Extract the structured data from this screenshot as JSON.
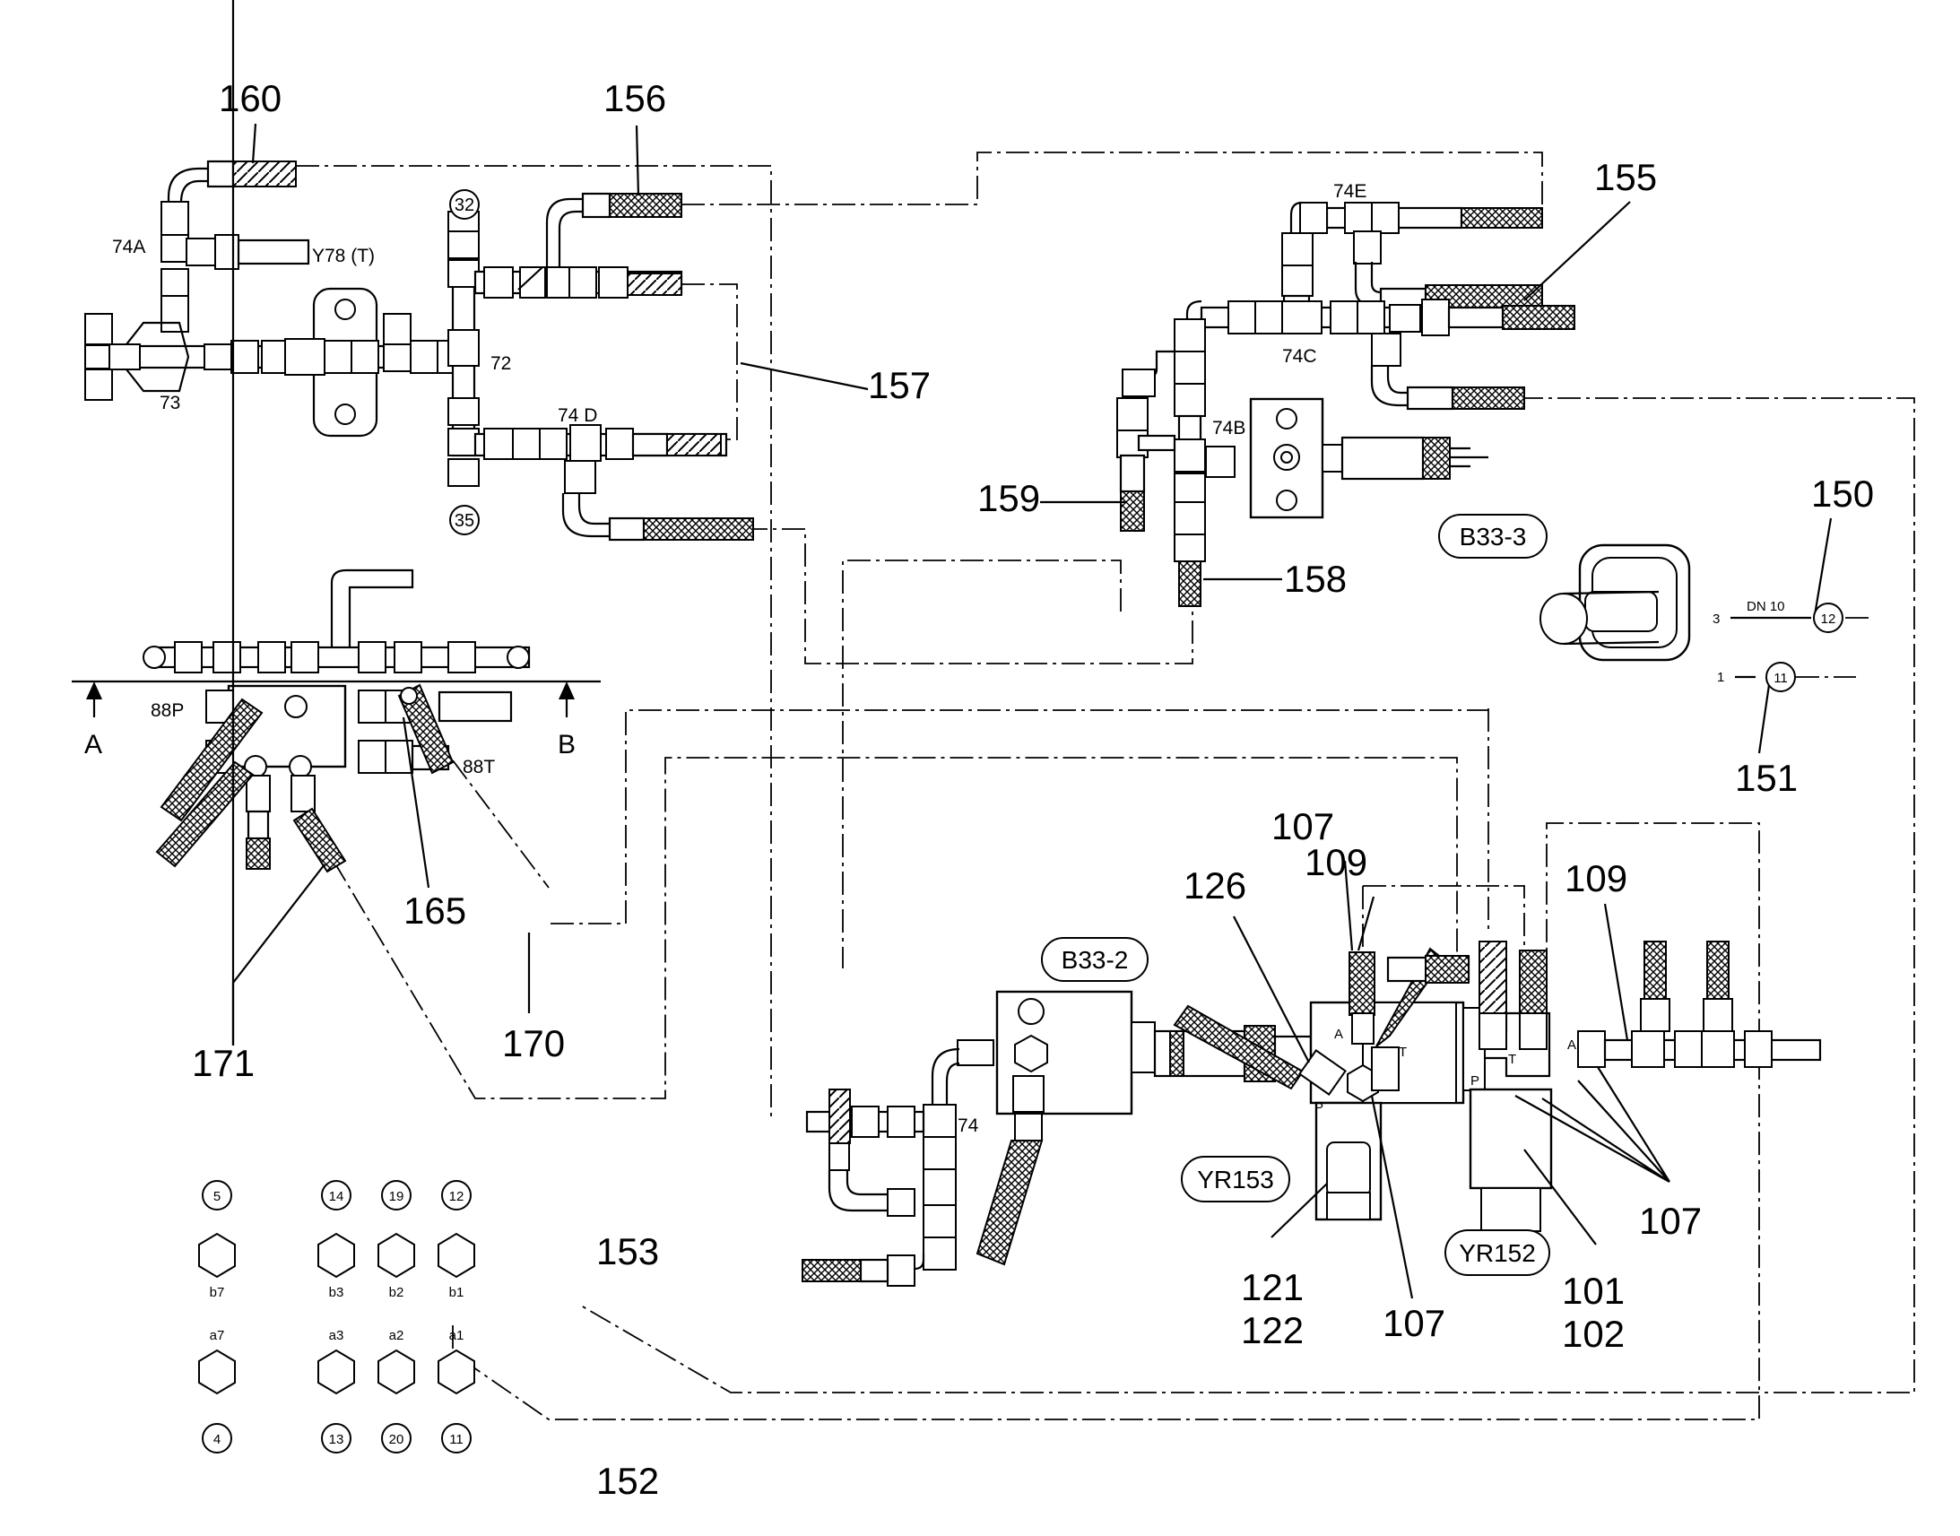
{
  "callouts": {
    "n160": "160",
    "n156": "156",
    "n157": "157",
    "n155": "155",
    "n159": "159",
    "n158": "158",
    "n150": "150",
    "n151": "151",
    "n165": "165",
    "n170": "170",
    "n171": "171",
    "n107a": "107",
    "n109a": "109",
    "n126": "126",
    "n109b": "109",
    "n107b": "107",
    "n107c": "107",
    "n121": "121",
    "n122": "122",
    "n101": "101",
    "n102": "102",
    "n153": "153",
    "n152": "152"
  },
  "labels": {
    "l74A": "74A",
    "lY78": "Y78 (T)",
    "l73": "73",
    "l72": "72",
    "l74D": "74 D",
    "l74E": "74E",
    "l74C": "74C",
    "l74B": "74B",
    "l74": "74",
    "l88P": "88P",
    "l88T": "88T",
    "lA": "A",
    "lB": "B",
    "lDN10": "DN 10",
    "l3": "3",
    "l1": "1",
    "pA1": "A",
    "pT1": "T",
    "pP1": "P",
    "pT2": "T",
    "pP2": "P",
    "pA2": "A"
  },
  "circled": {
    "c32": "32",
    "c35": "35",
    "c12r": "12",
    "c11r": "11",
    "g5": "5",
    "g14": "14",
    "g19": "19",
    "g12": "12",
    "g4": "4",
    "g13": "13",
    "g20": "20",
    "g11": "11"
  },
  "tags": {
    "b33_3": "B33-3",
    "b33_2": "B33-2",
    "yr153": "YR153",
    "yr152": "YR152"
  },
  "ports": {
    "b7": "b7",
    "b3": "b3",
    "b2": "b2",
    "b1": "b1",
    "a7": "a7",
    "a3": "a3",
    "a2": "a2",
    "a1": "a1"
  }
}
